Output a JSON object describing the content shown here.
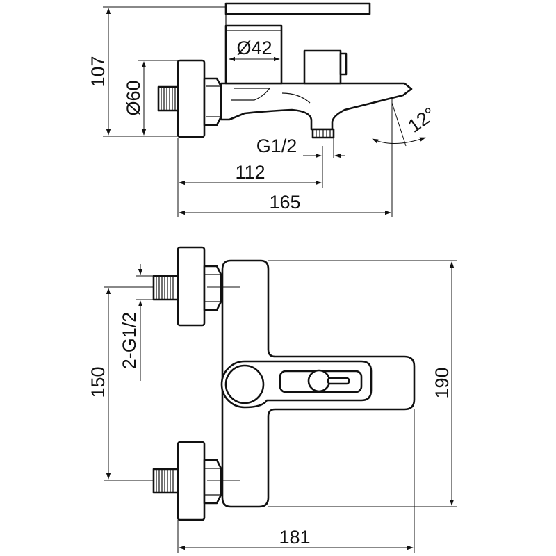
{
  "dimensions": {
    "spout_diameter": "Ø42",
    "flange_diameter": "Ø60",
    "overall_height": "107",
    "outlet_thread": "G1/2",
    "spout_angle": "12°",
    "outlet_offset": "112",
    "overall_depth": "165",
    "inlet_threads": "2-G1/2",
    "inlet_spacing": "150",
    "front_height": "190",
    "overall_width": "181"
  }
}
